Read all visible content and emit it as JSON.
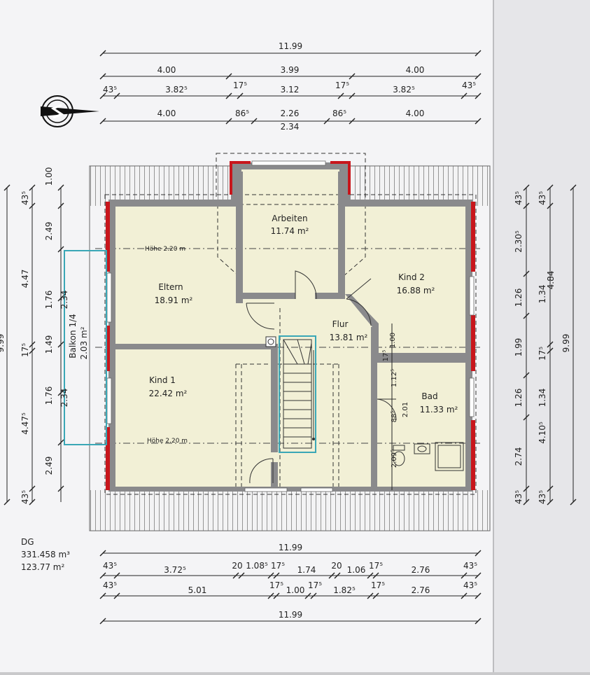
{
  "dimensions": {
    "top": {
      "row1": [
        "11.99"
      ],
      "row2": [
        "4.00",
        "3.99",
        "4.00"
      ],
      "row3": [
        "43⁵",
        "3.82⁵",
        "17⁵",
        "3.12",
        "17⁵",
        "3.82⁵",
        "43⁵"
      ],
      "row4": [
        "4.00",
        "86⁵",
        "2.26",
        "86⁵",
        "4.00"
      ],
      "row4_sub": [
        "2.34"
      ]
    },
    "bottom": {
      "row1": [
        "11.99"
      ],
      "row2": [
        "43⁵",
        "3.72⁵",
        "20",
        "1.08⁵",
        "17⁵",
        "1.74",
        "20",
        "1.06",
        "17⁵",
        "2.76",
        "43⁵"
      ],
      "row3": [
        "43⁵",
        "5.01",
        "17⁵",
        "1.00",
        "17⁵",
        "1.82⁵",
        "17⁵",
        "2.76",
        "43⁵"
      ],
      "row4": [
        "11.99"
      ]
    },
    "left": {
      "outer": [
        "9.99"
      ],
      "mid": [
        "43⁵",
        "4.47",
        "17⁵",
        "4.47⁵",
        "43⁵"
      ],
      "inner": [
        "1.00",
        "2.49",
        "1.76",
        "1.49",
        "1.76",
        "2.49"
      ],
      "balcony": [
        "2.34",
        "2.34"
      ]
    },
    "right": {
      "inner": [
        "43⁵",
        "2.30⁵",
        "1.26",
        "1.99",
        "1.26",
        "2.74",
        "43⁵"
      ],
      "mid": [
        "43⁵",
        "1.34",
        "17⁵",
        "1.34",
        "4.10⁵",
        "43⁵"
      ],
      "mid2": [
        "4.84"
      ],
      "outer": [
        "9.99"
      ]
    },
    "interior": [
      "1.00",
      "1.12⁵",
      "17⁵",
      "2.01",
      "88⁵",
      "2.09⁵"
    ]
  },
  "rooms": [
    {
      "name": "Arbeiten",
      "area": "11.74 m²"
    },
    {
      "name": "Kind 2",
      "area": "16.88 m²"
    },
    {
      "name": "Eltern",
      "area": "18.91 m²"
    },
    {
      "name": "Flur",
      "area": "13.81 m²"
    },
    {
      "name": "Kind 1",
      "area": "22.42 m²"
    },
    {
      "name": "Bad",
      "area": "11.33 m²"
    }
  ],
  "balcony": {
    "name": "Balkon 1/4",
    "area": "2.03 m²"
  },
  "ceiling_notes": [
    "Höhe 2.20 m",
    "Höhe 2.20 m"
  ],
  "summary": {
    "floor": "DG",
    "volume": "331.458 m³",
    "area": "123.77 m²"
  },
  "colors": {
    "paper": "#f4f4f6",
    "floor": "#f2f0d6",
    "wall": "#8a8a8c",
    "accent_red": "#c8161c",
    "stair_blue": "#3aa7b6"
  }
}
